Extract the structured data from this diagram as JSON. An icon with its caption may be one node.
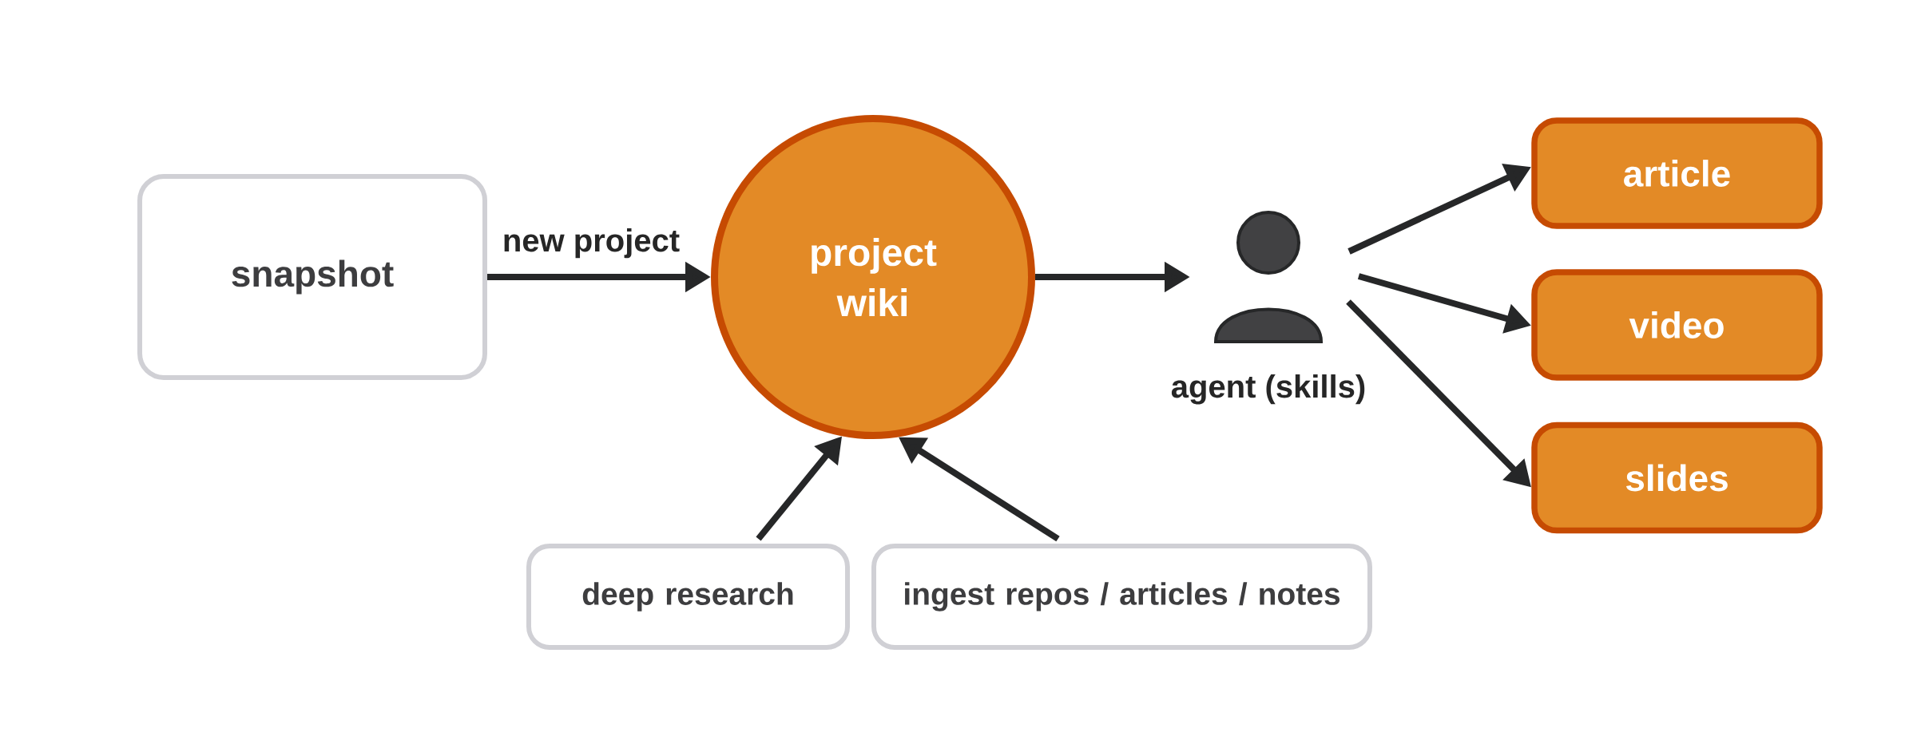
{
  "diagram": {
    "nodes": [
      {
        "text": [
          "snapshot"
        ]
      },
      {
        "text": [
          "project wiki"
        ]
      },
      {
        "text": [],
        "shape": "person",
        "beside": [
          "agent (skills)"
        ]
      },
      {
        "text": [
          "article"
        ]
      },
      {
        "text": [
          "video"
        ]
      },
      {
        "text": [
          "slides"
        ]
      },
      {
        "text": [
          "deep research"
        ]
      },
      {
        "text": [
          "ingest repos / articles / notes"
        ]
      }
    ],
    "edges": [
      {
        "from": 0,
        "to": 1,
        "arrow": "to",
        "label": "new project"
      },
      {
        "from": 1,
        "to": 2,
        "arrow": "to"
      },
      {
        "from": 2,
        "to": 3,
        "arrow": "to"
      },
      {
        "from": 2,
        "to": 4,
        "arrow": "to"
      },
      {
        "from": 2,
        "to": 5,
        "arrow": "to"
      },
      {
        "from": 6,
        "to": 1,
        "arrow": "to"
      },
      {
        "from": 7,
        "to": 1,
        "arrow": "to"
      }
    ]
  }
}
